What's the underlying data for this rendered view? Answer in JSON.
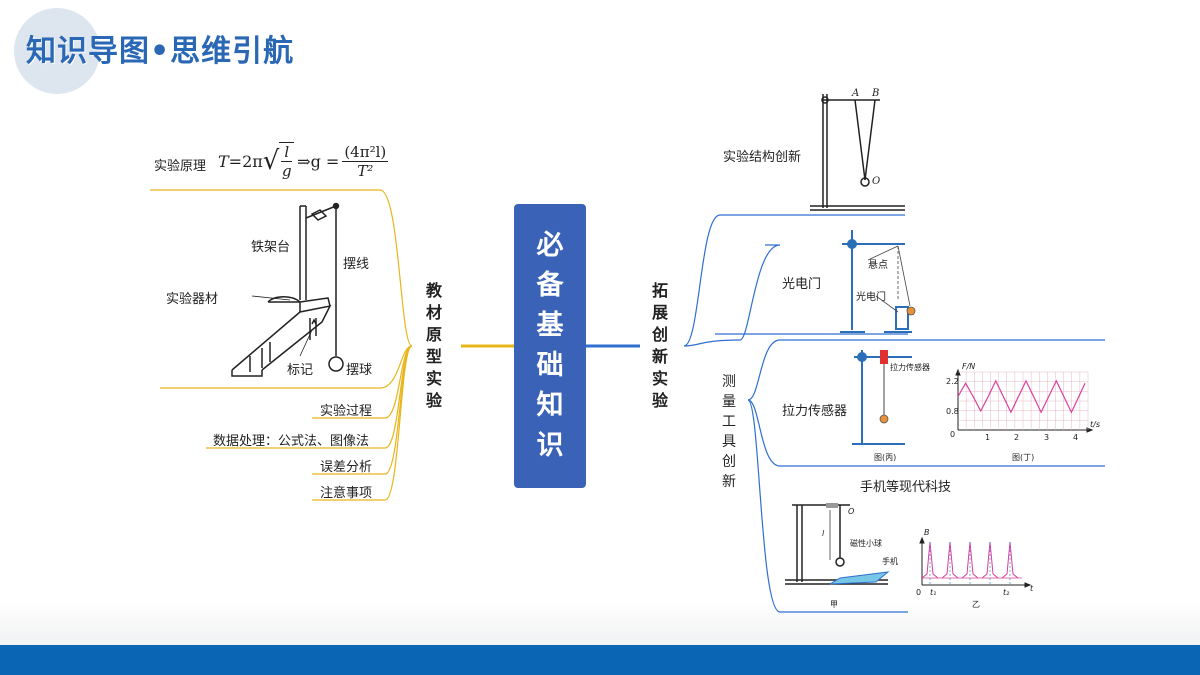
{
  "page": {
    "title": "知识导图•思维引航"
  },
  "center": {
    "chars": [
      "必",
      "备",
      "基",
      "础",
      "知",
      "识"
    ]
  },
  "left": {
    "branch": {
      "chars": [
        "教",
        "材",
        "原",
        "型",
        "实",
        "验"
      ]
    },
    "principle": {
      "label": "实验原理",
      "formula": {
        "T": "T",
        "eq": "=2π",
        "l": "l",
        "g": "g",
        "then": "⇒g =",
        "num": "(4π²l)",
        "den": "T²"
      }
    },
    "apparatus": {
      "label": "实验器材",
      "stand": "铁架台",
      "string": "摆线",
      "mark": "标记",
      "bob": "摆球"
    },
    "items": [
      "实验过程",
      "数据处理：公式法、图像法",
      "误差分析",
      "注意事项"
    ]
  },
  "right": {
    "branch": {
      "chars": [
        "拓",
        "展",
        "创",
        "新",
        "实",
        "验"
      ]
    },
    "structure": {
      "label": "实验结构创新",
      "A": "A",
      "B": "B",
      "O": "O"
    },
    "measure": {
      "chars": [
        "测",
        "量",
        "工",
        "具",
        "创",
        "新"
      ]
    },
    "photogate": {
      "label": "光电门",
      "suspension": "悬点",
      "gate": "光电门"
    },
    "force_sensor": {
      "label": "拉力传感器",
      "sensor_tag": "拉力传感器",
      "caption_left": "图(丙)",
      "caption_right": "图(丁)"
    },
    "phone": {
      "label": "手机等现代科技",
      "O": "O",
      "l": "l",
      "ball": "磁性小球",
      "phone": "手机",
      "caption_left": "甲",
      "caption_right": "乙",
      "B": "B",
      "t": "t",
      "zero": "0",
      "t1": "t₁",
      "t2": "t₂"
    }
  },
  "chart_data": [
    {
      "type": "line",
      "title": "",
      "xlabel": "t/s",
      "ylabel": "F/N",
      "x_ticks": [
        "1",
        "2",
        "3",
        "4"
      ],
      "y_ticks": [
        "0",
        "0.8",
        "2.2"
      ],
      "xlim": [
        0,
        4.3
      ],
      "ylim": [
        0,
        2.6
      ],
      "series": [
        {
          "x": [
            0.0,
            0.25,
            0.5,
            0.75,
            1.0,
            1.25,
            1.5,
            1.75,
            2.0,
            2.25,
            2.5,
            2.75,
            3.0,
            3.25,
            3.5,
            3.75,
            4.0,
            4.2
          ],
          "y": [
            1.5,
            2.1,
            1.5,
            0.85,
            1.5,
            2.2,
            1.5,
            0.8,
            1.5,
            2.2,
            1.5,
            0.8,
            1.5,
            2.2,
            1.5,
            0.8,
            1.5,
            2.1
          ]
        }
      ],
      "grid": true,
      "color": "#d9409a"
    },
    {
      "type": "line",
      "title": "",
      "xlabel": "t",
      "ylabel": "B",
      "x_ticks": [
        "0",
        "t₁",
        "t₂"
      ],
      "y_ticks": [],
      "series": [
        {
          "peaks_at": [
            1,
            2,
            3,
            4,
            5
          ]
        }
      ],
      "grid": false,
      "color": "#d9409a"
    }
  ],
  "colors": {
    "brand_blue": "#2a67b4",
    "center_box": "#3a63b8",
    "left_branch": "#e8b51a",
    "right_branch": "#2f6fd0",
    "bottom_band": "#0a66b4"
  }
}
